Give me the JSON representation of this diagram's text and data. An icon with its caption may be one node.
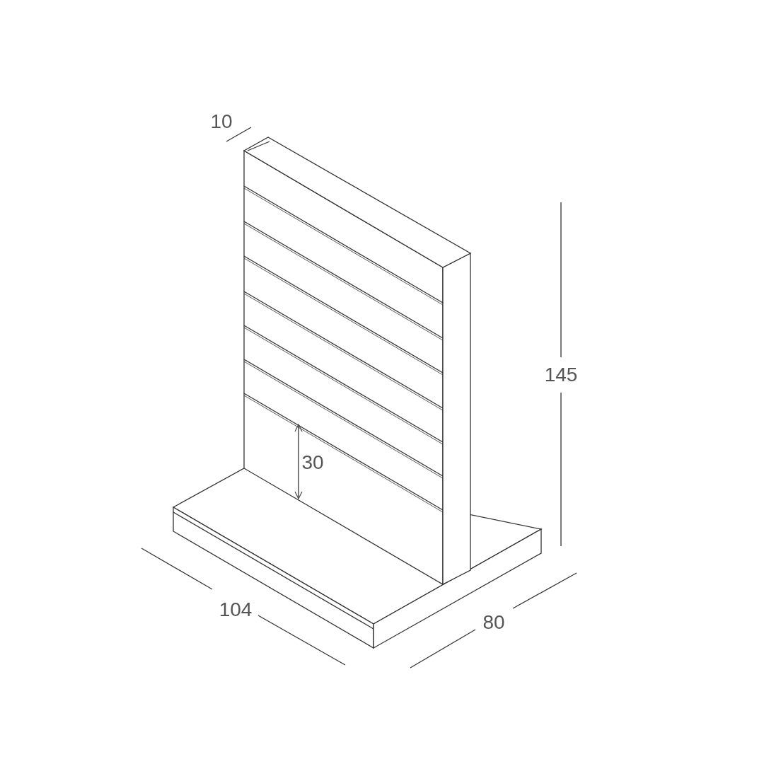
{
  "diagram": {
    "labels": [
      "10",
      "145",
      "30",
      "104",
      "80"
    ]
  }
}
